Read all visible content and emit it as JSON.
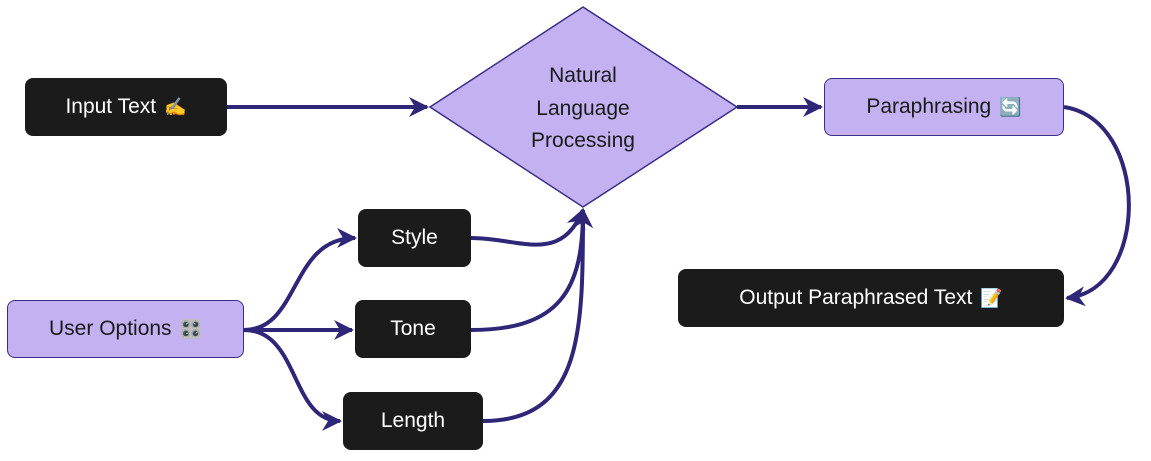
{
  "nodes": {
    "input_text": {
      "label": "Input Text",
      "emoji": "✍️"
    },
    "nlp": {
      "line1": "Natural",
      "line2": "Language",
      "line3": "Processing"
    },
    "paraphrasing": {
      "label": "Paraphrasing",
      "emoji": "🔄"
    },
    "output": {
      "label": "Output Paraphrased Text",
      "emoji": "📝"
    },
    "user_options": {
      "label": "User Options",
      "emoji": "🎛️"
    },
    "style": {
      "label": "Style"
    },
    "tone": {
      "label": "Tone"
    },
    "length": {
      "label": "Length"
    }
  },
  "colors": {
    "dark_fill": "#1b1b1b",
    "light_fill": "#c4b1f2",
    "edge": "#2e2778"
  }
}
